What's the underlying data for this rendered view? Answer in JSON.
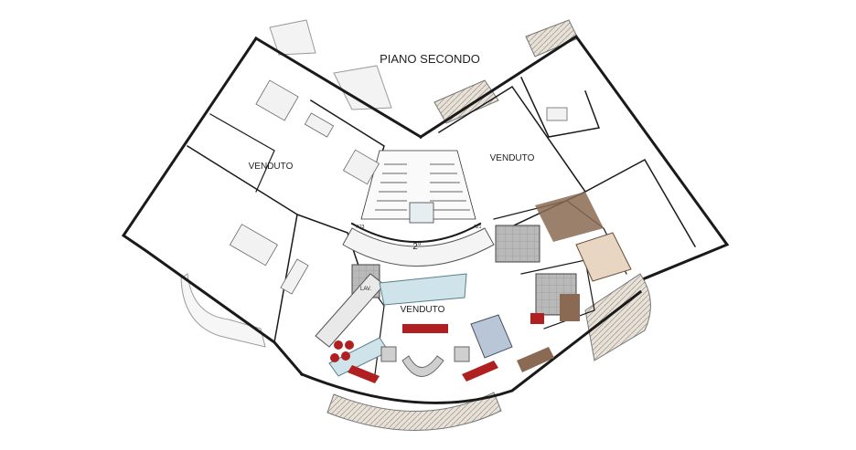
{
  "plan": {
    "title": "PIANO SECONDO",
    "floor_label": "2°",
    "units": [
      {
        "id": "west",
        "status": "VENDUTO"
      },
      {
        "id": "north-east",
        "status": "VENDUTO"
      },
      {
        "id": "center",
        "status": "VENDUTO"
      }
    ],
    "room_tags": {
      "laundry": "LAV.",
      "stair_left": "A23",
      "stair_right": "A21"
    },
    "colors": {
      "wall": "#1a1a1a",
      "floor_wood": "#8a6a52",
      "floor_tile": "#9a9a9a",
      "terrace": "#d8d0c4",
      "furniture_red": "#b02020",
      "counter_blue": "#cfe3ea",
      "bed_blue": "#b9c6d8",
      "sofa_grey": "#cfcfcf"
    }
  }
}
